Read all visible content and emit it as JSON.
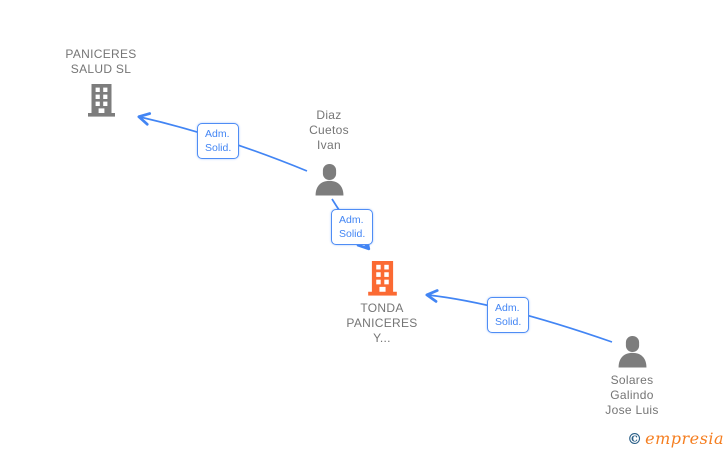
{
  "diagram": {
    "nodes": [
      {
        "id": "paniceres-salud",
        "type": "company",
        "label": "PANICERES\nSALUD SL"
      },
      {
        "id": "diaz-cuetos",
        "type": "person",
        "label": "Diaz\nCuetos\nIvan"
      },
      {
        "id": "tonda-paniceres",
        "type": "company",
        "label": "TONDA\nPANICERES\nY..."
      },
      {
        "id": "solares-galindo",
        "type": "person",
        "label": "Solares\nGalindo\nJose Luis"
      }
    ],
    "edges": [
      {
        "from": "diaz-cuetos",
        "to": "paniceres-salud",
        "label": "Adm.\nSolid."
      },
      {
        "from": "diaz-cuetos",
        "to": "tonda-paniceres",
        "label": "Adm.\nSolid."
      },
      {
        "from": "solares-galindo",
        "to": "tonda-paniceres",
        "label": "Adm.\nSolid."
      }
    ],
    "colors": {
      "edge_blue": "#4285f4",
      "icon_gray": "#7d7d7d",
      "text_gray": "#757575",
      "highlight_orange": "#fb6a33"
    }
  },
  "watermark": {
    "copyright_symbol": "©",
    "brand": "empresia"
  }
}
